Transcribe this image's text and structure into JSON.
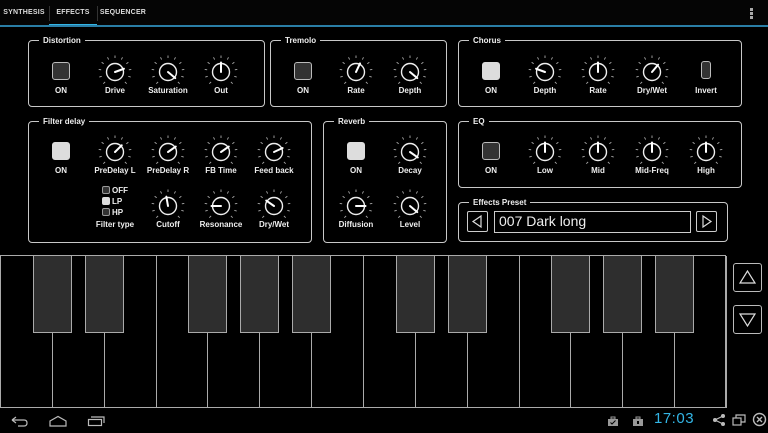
{
  "tabs": [
    {
      "label": "SYNTHESIS",
      "active": false
    },
    {
      "label": "EFFECTS",
      "active": true
    },
    {
      "label": "SEQUENCER",
      "active": false
    }
  ],
  "accent_color": "#33b5e5",
  "distortion": {
    "title": "Distortion",
    "on_label": "ON",
    "on": false,
    "knobs": [
      {
        "label": "Drive",
        "angle": 70
      },
      {
        "label": "Saturation",
        "angle": 130
      },
      {
        "label": "Out",
        "angle": 0
      }
    ]
  },
  "tremolo": {
    "title": "Tremolo",
    "on_label": "ON",
    "on": false,
    "knobs": [
      {
        "label": "Rate",
        "angle": 25
      },
      {
        "label": "Depth",
        "angle": 130
      }
    ]
  },
  "chorus": {
    "title": "Chorus",
    "on_label": "ON",
    "on": true,
    "knobs": [
      {
        "label": "Depth",
        "angle": -70
      },
      {
        "label": "Rate",
        "angle": 0
      },
      {
        "label": "Dry/Wet",
        "angle": 40
      }
    ],
    "invert_label": "Invert",
    "invert": false
  },
  "filter_delay": {
    "title": "Filter delay",
    "on_label": "ON",
    "on": true,
    "knobs_row1": [
      {
        "label": "PreDelay L",
        "angle": 45
      },
      {
        "label": "PreDelay R",
        "angle": 55
      },
      {
        "label": "FB Time",
        "angle": 55
      },
      {
        "label": "Feed back",
        "angle": 65
      }
    ],
    "filter_type": {
      "label": "Filter type",
      "options": [
        "OFF",
        "LP",
        "HP"
      ],
      "selected": "LP"
    },
    "knobs_row2": [
      {
        "label": "Cutoff",
        "angle": -10
      },
      {
        "label": "Resonance",
        "angle": -90
      },
      {
        "label": "Dry/Wet",
        "angle": -55
      }
    ]
  },
  "reverb": {
    "title": "Reverb",
    "on_label": "ON",
    "on": true,
    "knobs": [
      {
        "label": "Decay",
        "angle": 125
      },
      {
        "label": "Diffusion",
        "angle": 90
      },
      {
        "label": "Level",
        "angle": 130
      }
    ]
  },
  "eq": {
    "title": "EQ",
    "on_label": "ON",
    "on": false,
    "knobs": [
      {
        "label": "Low",
        "angle": 0
      },
      {
        "label": "Mid",
        "angle": 0
      },
      {
        "label": "Mid-Freq",
        "angle": 0
      },
      {
        "label": "High",
        "angle": 0
      }
    ]
  },
  "effects_preset": {
    "title": "Effects Preset",
    "value": "007 Dark long",
    "prev_icon": "triangle-left",
    "next_icon": "triangle-right"
  },
  "keyboard": {
    "white_keys": 14,
    "black_keys": 10,
    "octave_up_icon": "triangle-up",
    "octave_down_icon": "triangle-down"
  },
  "statusbar": {
    "clock": "17:03",
    "nav_icons": [
      "back",
      "home",
      "recent-apps"
    ],
    "status_icons": [
      "briefcase-check",
      "briefcase",
      "share",
      "window",
      "close-circle"
    ]
  }
}
